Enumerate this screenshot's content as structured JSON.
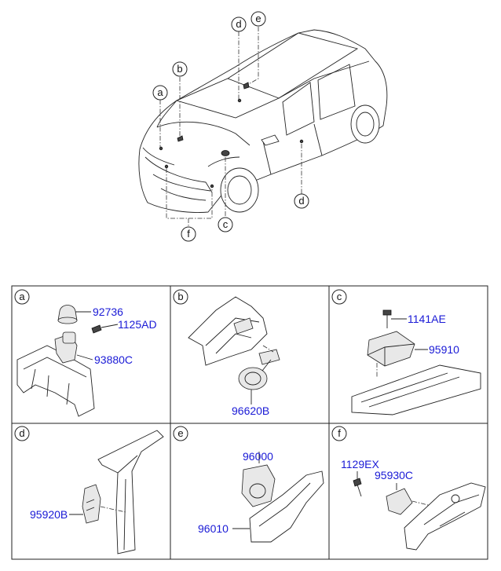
{
  "overview": {
    "callouts": [
      {
        "id": "callout-a",
        "letter": "a"
      },
      {
        "id": "callout-b",
        "letter": "b"
      },
      {
        "id": "callout-c",
        "letter": "c"
      },
      {
        "id": "callout-d-roof",
        "letter": "d"
      },
      {
        "id": "callout-e",
        "letter": "e"
      },
      {
        "id": "callout-d-door",
        "letter": "d"
      },
      {
        "id": "callout-f",
        "letter": "f"
      }
    ]
  },
  "panels": {
    "a": {
      "letter": "a",
      "parts": [
        "92736",
        "1125AD",
        "93880C"
      ]
    },
    "b": {
      "letter": "b",
      "parts": [
        "96620B"
      ]
    },
    "c": {
      "letter": "c",
      "parts": [
        "1141AE",
        "95910"
      ]
    },
    "d": {
      "letter": "d",
      "parts": [
        "95920B"
      ]
    },
    "e": {
      "letter": "e",
      "parts": [
        "96000",
        "96010"
      ]
    },
    "f": {
      "letter": "f",
      "parts": [
        "1129EX",
        "95930C"
      ]
    }
  },
  "colors": {
    "part_number": "#1a1ad6",
    "line": "#222222"
  }
}
